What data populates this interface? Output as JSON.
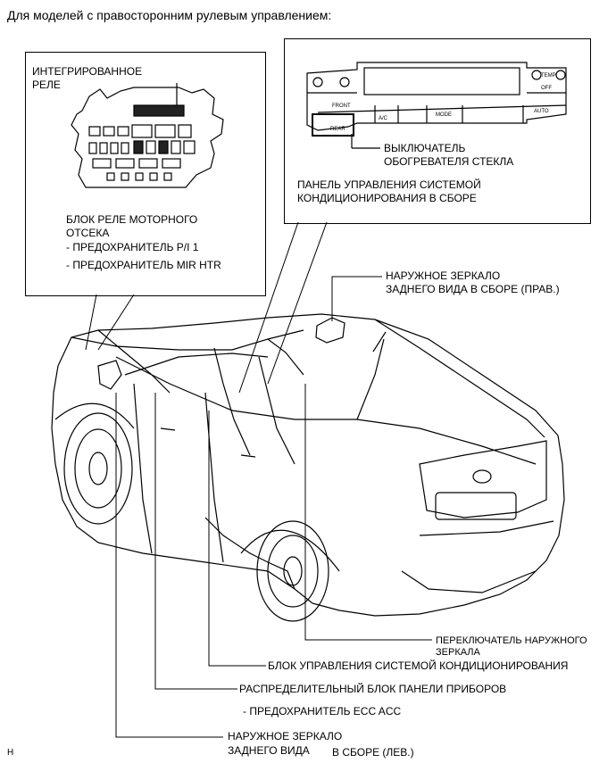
{
  "header": {
    "title": "Для моделей с правосторонним рулевым управлением:"
  },
  "left_box": {
    "integrated_relay": [
      "ИНТЕГРИРОВАННОЕ",
      "РЕЛЕ"
    ],
    "engine_relay_block": [
      "БЛОК РЕЛЕ МОТОРНОГО",
      "ОТСЕКА"
    ],
    "fuse_pi1": "- ПРЕДОХРАНИТЕЛЬ P/I 1",
    "fuse_mir_htr": "- ПРЕДОХРАНИТЕЛЬ MIR HTR"
  },
  "right_box": {
    "panel_labels": {
      "front": "FRONT",
      "rear": "REAR",
      "ac": "A/C",
      "mode": "MODE",
      "auto": "AUTO",
      "temp": "TEMP",
      "off": "OFF"
    },
    "defogger_switch": [
      "ВЫКЛЮЧАТЕЛЬ",
      "ОБОГРЕВАТЕЛЯ СТЕКЛА"
    ],
    "ac_control_panel": [
      "ПАНЕЛЬ УПРАВЛЕНИЯ СИСТЕМОЙ",
      "КОНДИЦИОНИРОВАНИЯ В СБОРЕ"
    ]
  },
  "callouts": {
    "outer_mirror_right": [
      "НАРУЖНОЕ ЗЕРКАЛО",
      "ЗАДНЕГО ВИДА В СБОРЕ (ПРАВ.)"
    ],
    "mirror_switch": [
      "ПЕРЕКЛЮЧАТЕЛЬ НАРУЖНОГО",
      "ЗЕРКАЛА"
    ],
    "ac_control_unit": "БЛОК УПРАВЛЕНИЯ СИСТЕМОЙ КОНДИЦИОНИРОВАНИЯ",
    "instrument_panel_junction": "РАСПРЕДЕЛИТЕЛЬНЫЙ БЛОК ПАНЕЛИ ПРИБОРОВ",
    "fuse_ecc_acc": "- ПРЕДОХРАНИТЕЛЬ ECC ACC",
    "outer_mirror_left_1": "НАРУЖНОЕ ЗЕРКАЛО",
    "outer_mirror_left_2": "ЗАДНЕГО ВИДА",
    "outer_mirror_left_3": "В СБОРЕ (ЛЕВ.)"
  },
  "footer": {
    "code": "H"
  }
}
